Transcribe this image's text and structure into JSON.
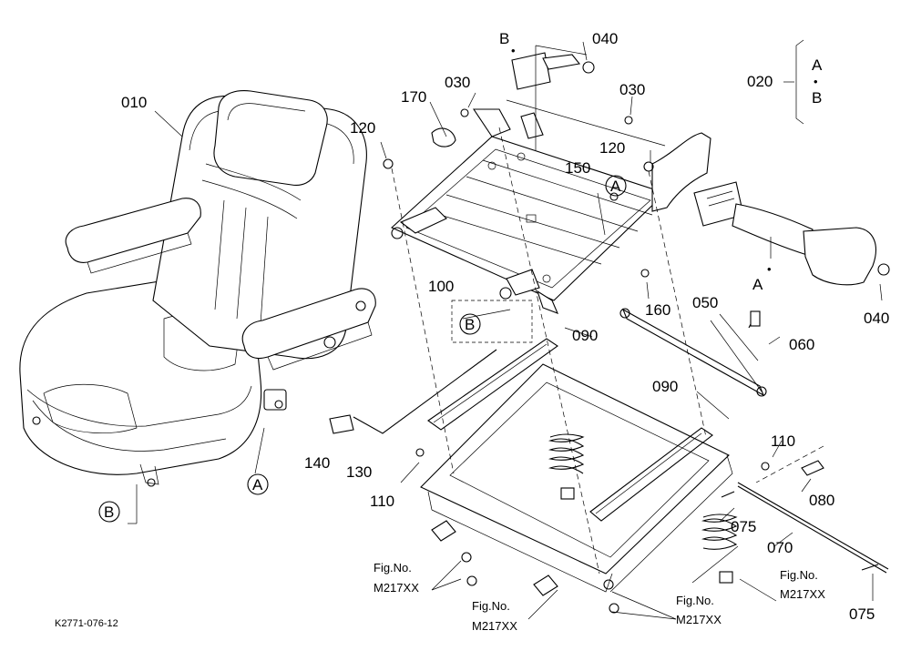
{
  "diagram_id": "K2771-076-12",
  "part_labels": {
    "p010": "010",
    "p020": "020",
    "p030a": "030",
    "p030b": "030",
    "p040a": "040",
    "p040b": "040",
    "p050": "050",
    "p060": "060",
    "p070": "070",
    "p075a": "075",
    "p075b": "075",
    "p080": "080",
    "p090a": "090",
    "p090b": "090",
    "p100": "100",
    "p110a": "110",
    "p110b": "110",
    "p120a": "120",
    "p120b": "120",
    "p130": "130",
    "p140": "140",
    "p150": "150",
    "p160": "160",
    "p170": "170"
  },
  "markers": {
    "A": "A",
    "B": "B",
    "dot": "•"
  },
  "fig_refs": [
    {
      "line1": "Fig.No.",
      "line2": "M217XX"
    },
    {
      "line1": "Fig.No.",
      "line2": "M217XX"
    },
    {
      "line1": "Fig.No.",
      "line2": "M217XX"
    },
    {
      "line1": "Fig.No.",
      "line2": "M217XX"
    }
  ]
}
